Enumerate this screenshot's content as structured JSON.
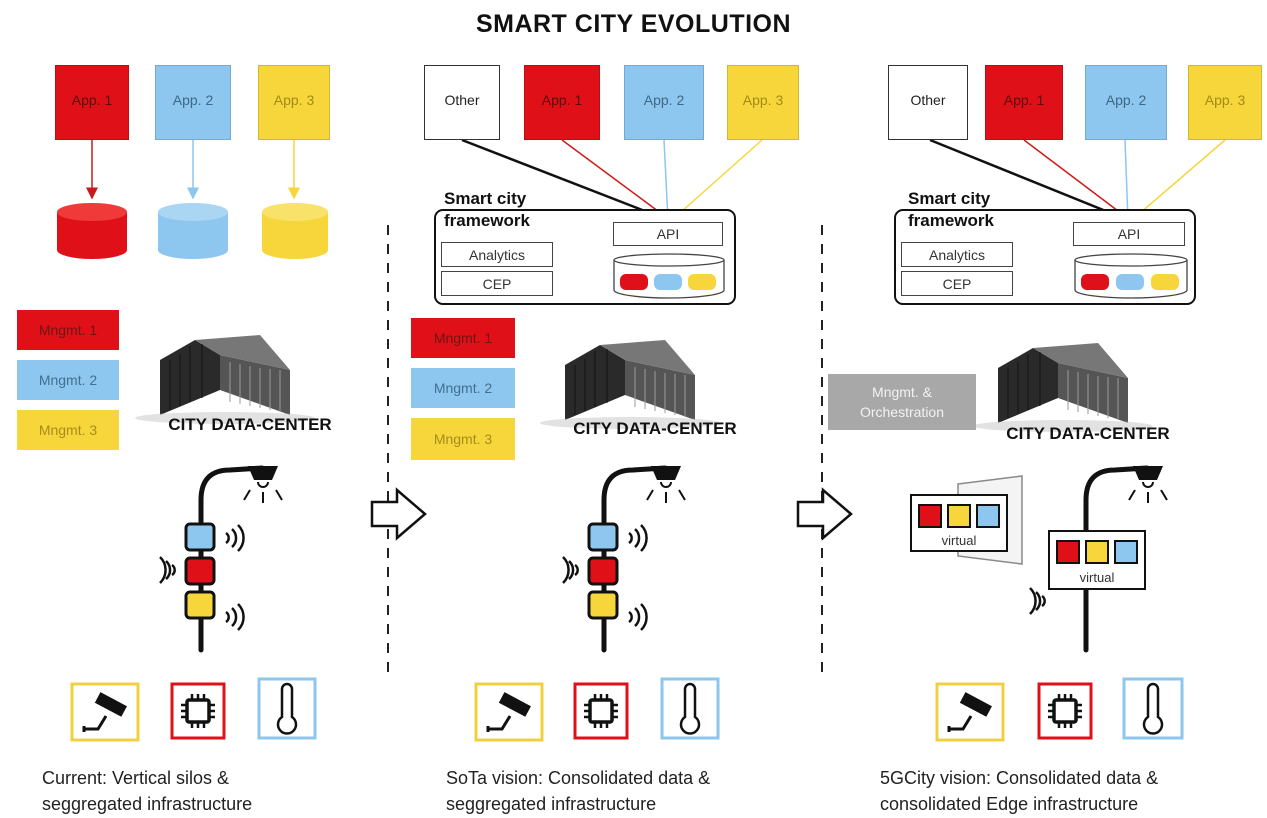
{
  "title": "SMART CITY EVOLUTION",
  "panels": {
    "current": {
      "apps": [
        "App. 1",
        "App. 2",
        "App. 3"
      ],
      "mgmt": [
        "Mngmt. 1",
        "Mngmt. 2",
        "Mngmt. 3"
      ],
      "datacenter_label": "CITY DATA-CENTER",
      "caption_line1": "Current: Vertical silos &",
      "caption_line2": "seggregated infrastructure"
    },
    "sota": {
      "apps": [
        "Other",
        "App. 1",
        "App. 2",
        "App. 3"
      ],
      "framework_label_line1": "Smart city",
      "framework_label_line2": "framework",
      "analytics": "Analytics",
      "cep": "CEP",
      "api": "API",
      "mgmt": [
        "Mngmt. 1",
        "Mngmt. 2",
        "Mngmt. 3"
      ],
      "datacenter_label": "CITY DATA-CENTER",
      "caption_line1": "SoTa vision: Consolidated data &",
      "caption_line2": "seggregated infrastructure"
    },
    "fivegcity": {
      "apps": [
        "Other",
        "App. 1",
        "App. 2",
        "App. 3"
      ],
      "framework_label_line1": "Smart city",
      "framework_label_line2": "framework",
      "analytics": "Analytics",
      "cep": "CEP",
      "api": "API",
      "orchestration_line1": "Mngmt. &",
      "orchestration_line2": "Orchestration",
      "datacenter_label": "CITY DATA-CENTER",
      "virtual_label": "virtual",
      "caption_line1": "5GCity vision: Consolidated data &",
      "caption_line2": "consolidated Edge infrastructure"
    }
  },
  "colors": {
    "red": "#e01018",
    "blue": "#8dc6ef",
    "yellow": "#f6d63a",
    "grey": "#a8a8a8"
  },
  "icons": [
    "camera-icon",
    "chip-icon",
    "thermometer-icon",
    "streetlight-icon",
    "wifi-signal-icon",
    "building-icon",
    "arrow-right-icon",
    "database-icon"
  ]
}
